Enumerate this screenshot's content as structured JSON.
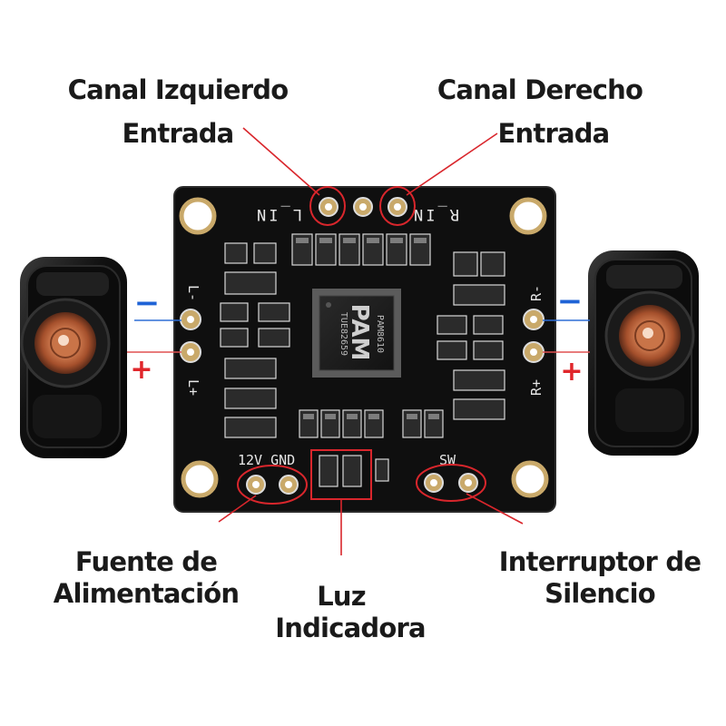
{
  "callouts": {
    "left_input_line1": "Canal Izquierdo",
    "left_input_line2": "Entrada",
    "right_input_line1": "Canal Derecho",
    "right_input_line2": "Entrada",
    "power_line1": "Fuente de",
    "power_line2": "Alimentación",
    "indicator_line1": "Luz",
    "indicator_line2": "Indicadora",
    "mute_line1": "Interruptor de",
    "mute_line2": "Silencio"
  },
  "board": {
    "left_in_label": "L_IN",
    "right_in_label": "R_IN",
    "left_minus_label": "L-",
    "left_plus_label": "L+",
    "right_minus_label": "R-",
    "right_plus_label": "R+",
    "power_label": "12V GND",
    "switch_label": "SW",
    "chip_logo": "PAM",
    "chip_model": "PAM8610",
    "chip_code": "TUE82659"
  },
  "polarity": {
    "minus_symbol": "−",
    "plus_symbol": "+"
  },
  "colors": {
    "pcb": "#101010",
    "highlight": "#d9262c",
    "minus_wire": "#2f6fd6",
    "plus_wire": "#e05050",
    "minus_mark": "#1f63d6",
    "plus_mark": "#e0262b"
  }
}
